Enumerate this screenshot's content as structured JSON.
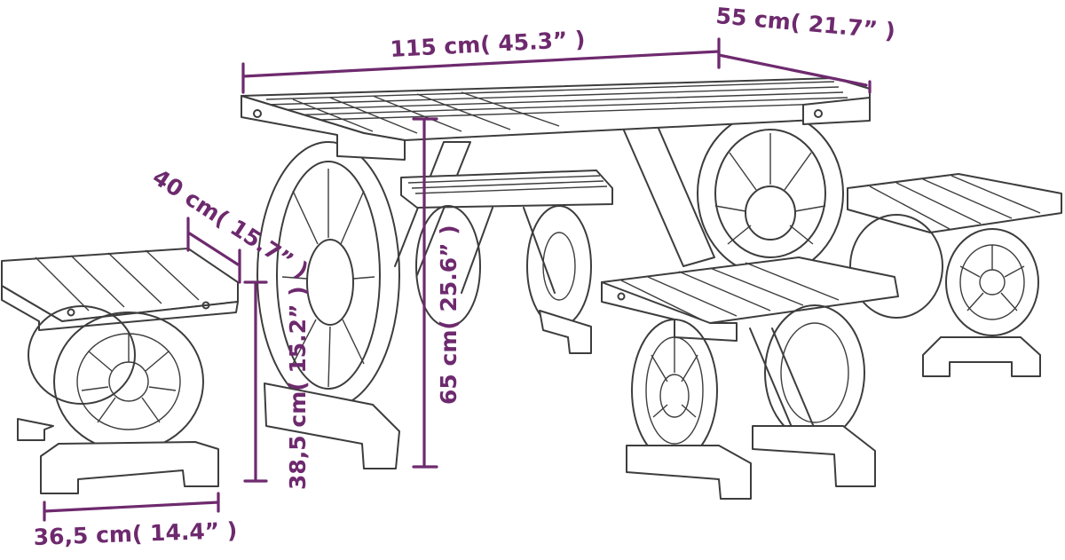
{
  "dimensions": {
    "table_length": "115 cm( 45.3” )",
    "table_width": "55 cm( 21.7” )",
    "table_height": "65 cm( 25.6” )",
    "stool_length": "40 cm( 15.7” )",
    "stool_height": "38,5 cm( 15.2” )",
    "stool_width": "36,5 cm( 14.4” )"
  },
  "colors": {
    "dimension": "#6e2a6e",
    "line_art": "#3d3d3d",
    "background": "#ffffff"
  }
}
